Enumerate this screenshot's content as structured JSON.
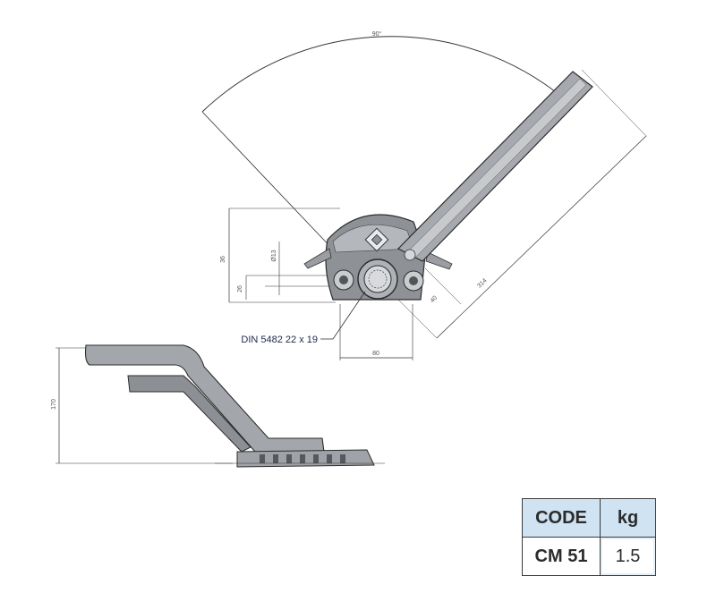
{
  "drawing": {
    "angle_label": "90°",
    "dim_height_top": "36",
    "dim_diameter": "Ø13",
    "dim_offset": "26",
    "dim_width": "80",
    "dim_arm_length": "314",
    "dim_arm_small": "40",
    "dim_side_height": "170",
    "callout_spline": "DIN 5482 22 x 19"
  },
  "table": {
    "headers": [
      "CODE",
      "kg"
    ],
    "rows": [
      [
        "CM 51",
        "1.5"
      ]
    ]
  },
  "colors": {
    "table_header_bg": "#cfe3f2",
    "part_gray": "#8a8d92",
    "line": "#333333"
  }
}
